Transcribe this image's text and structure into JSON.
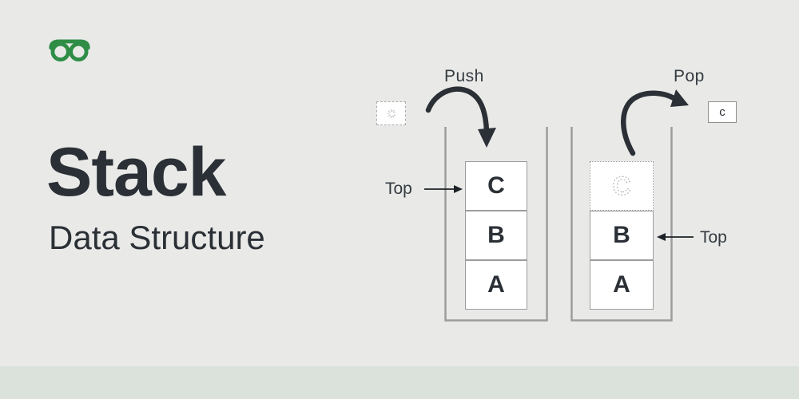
{
  "colors": {
    "background": "#E9EAE8",
    "footer_strip": "#DAE2DB",
    "ink": "#2B3036",
    "brand_green": "#2F8D46",
    "outline_gray": "#9C9C9C"
  },
  "logo": {
    "icon": "geeksforgeeks-logo"
  },
  "title": {
    "main": "Stack",
    "subtitle": "Data Structure"
  },
  "push_section": {
    "label": "Push",
    "incoming_item": "C",
    "top_label": "Top",
    "items": [
      "C",
      "B",
      "A"
    ]
  },
  "pop_section": {
    "label": "Pop",
    "ghost_item": "C",
    "popped_item": "c",
    "top_label": "Top",
    "items": [
      "B",
      "A"
    ]
  }
}
